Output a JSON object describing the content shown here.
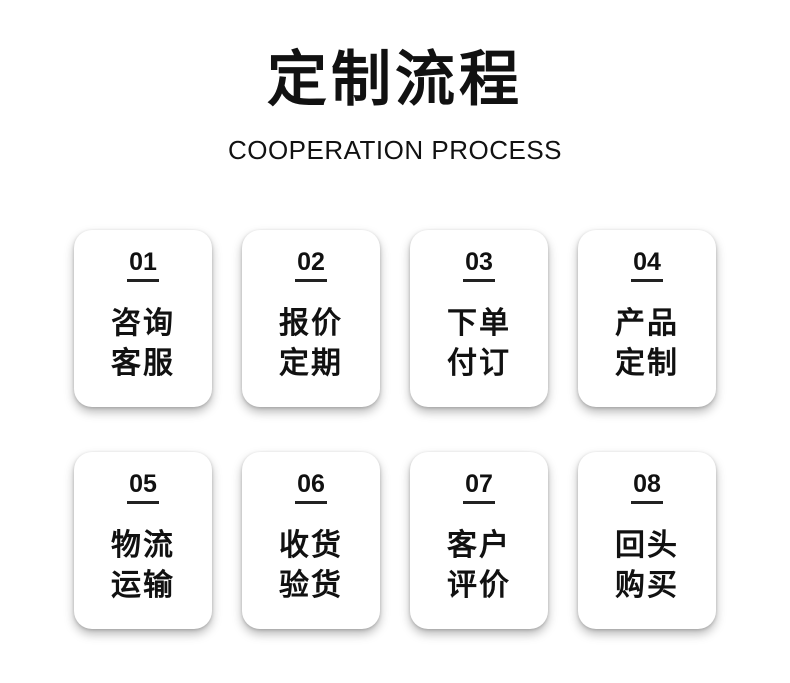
{
  "header": {
    "title": "定制流程",
    "subtitle": "COOPERATION PROCESS"
  },
  "steps": [
    {
      "number": "01",
      "line1": "咨询",
      "line2": "客服"
    },
    {
      "number": "02",
      "line1": "报价",
      "line2": "定期"
    },
    {
      "number": "03",
      "line1": "下单",
      "line2": "付订"
    },
    {
      "number": "04",
      "line1": "产品",
      "line2": "定制"
    },
    {
      "number": "05",
      "line1": "物流",
      "line2": "运输"
    },
    {
      "number": "06",
      "line1": "收货",
      "line2": "验货"
    },
    {
      "number": "07",
      "line1": "客户",
      "line2": "评价"
    },
    {
      "number": "08",
      "line1": "回头",
      "line2": "购买"
    }
  ]
}
